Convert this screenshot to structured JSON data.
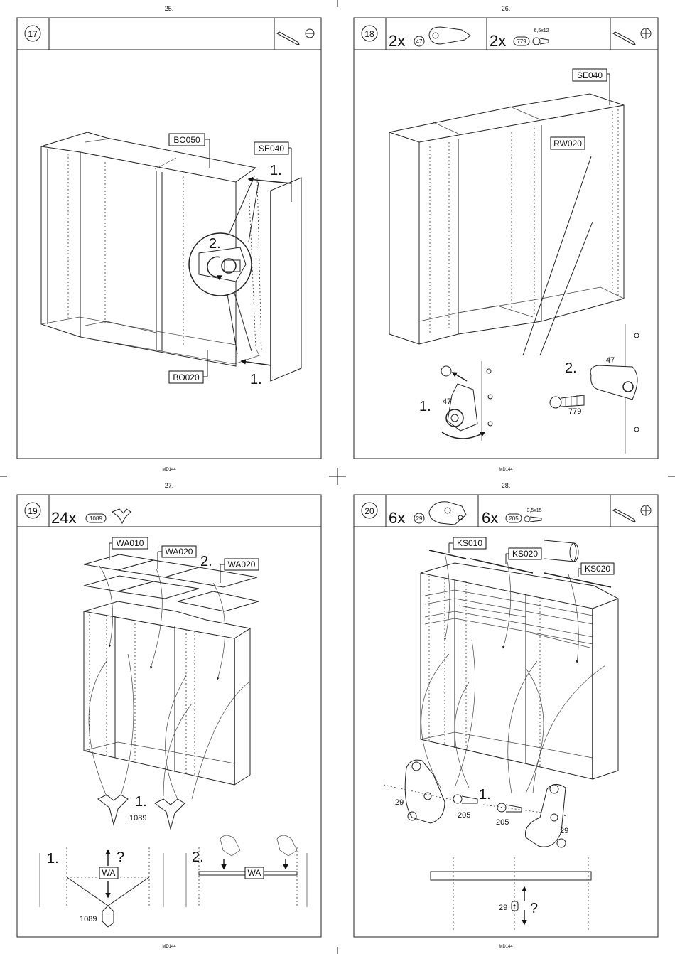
{
  "pages": [
    {
      "number": "25.",
      "footer": "MD144",
      "step": "17",
      "parts": []
    },
    {
      "number": "26.",
      "footer": "MD144",
      "step": "18",
      "parts": [
        {
          "qty": "2x",
          "part": "47"
        },
        {
          "qty": "2x",
          "part": "779",
          "size": "6,5x12"
        }
      ]
    },
    {
      "number": "27.",
      "footer": "MD144",
      "step": "19",
      "parts": [
        {
          "qty": "24x",
          "part": "1089"
        }
      ]
    },
    {
      "number": "28.",
      "footer": "MD144",
      "step": "20",
      "parts": [
        {
          "qty": "6x",
          "part": "29"
        },
        {
          "qty": "6x",
          "part": "205",
          "size": "3,5x15"
        }
      ]
    }
  ],
  "labels": {
    "p17": {
      "top": "BO050",
      "side": "SE040",
      "bottom": "BO020",
      "step1_top": "1.",
      "step1_bottom": "1.",
      "step2": "2."
    },
    "p18": {
      "side": "SE040",
      "back": "RW020",
      "step1": "1.",
      "step2": "2.",
      "num47a": "47",
      "num47b": "47",
      "num779": "779"
    },
    "p19": {
      "shelf1": "WA010",
      "shelf2": "WA020",
      "shelf3": "WA020",
      "step2_top": "2.",
      "step1_mid": "1.",
      "num1089_mid": "1089",
      "detail_step1": "1.",
      "detail_q": "?",
      "detail_wa1": "WA",
      "detail_num1089": "1089",
      "detail_step2": "2.",
      "detail_wa2": "WA"
    },
    "p20": {
      "rod1": "KS010",
      "rod2": "KS020",
      "rod3": "KS020",
      "step1": "1.",
      "num29a": "29",
      "num205a": "205",
      "num205b": "205",
      "num29b": "29",
      "detail_num29": "29",
      "detail_q": "?"
    }
  }
}
